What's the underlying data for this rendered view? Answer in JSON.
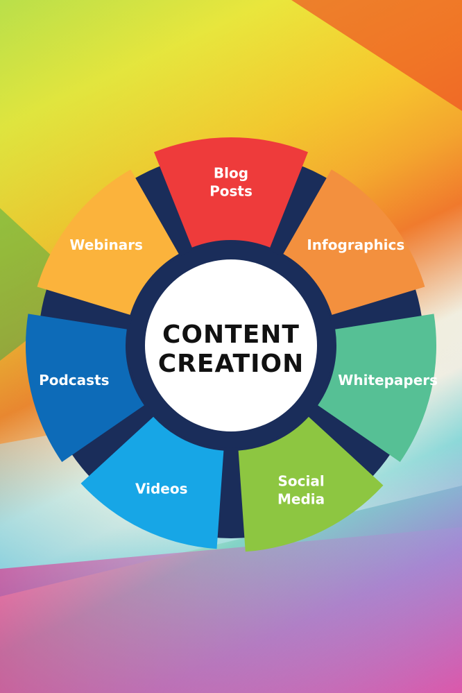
{
  "center": {
    "line1": "CONTENT",
    "line2": "CREATION"
  },
  "segments": [
    {
      "line1": "Blog",
      "line2": "Posts",
      "color": "#ee3b3b"
    },
    {
      "line1": "Infographics",
      "line2": "",
      "color": "#f3903e"
    },
    {
      "line1": "Whitepapers",
      "line2": "",
      "color": "#56c095"
    },
    {
      "line1": "Social",
      "line2": "Media",
      "color": "#8dc641"
    },
    {
      "line1": "Videos",
      "line2": "",
      "color": "#17a6e6"
    },
    {
      "line1": "Podcasts",
      "line2": "",
      "color": "#0d6bb8"
    },
    {
      "line1": "Webinars",
      "line2": "",
      "color": "#fbb33c"
    }
  ],
  "colors": {
    "hub_ring": "#1a2d5a",
    "hub_fill": "#ffffff"
  }
}
